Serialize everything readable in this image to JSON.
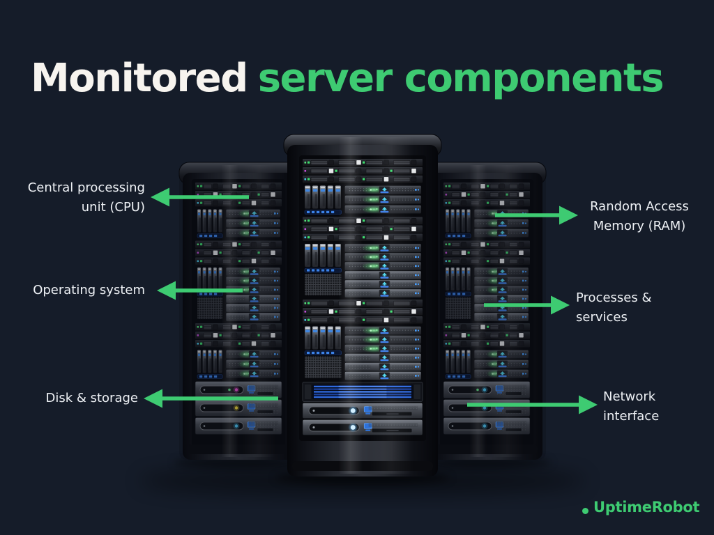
{
  "title": {
    "prefix": "Monitored",
    "highlight": "server components"
  },
  "labels": {
    "cpu": {
      "lines": [
        "Central processing",
        "unit (CPU)"
      ]
    },
    "os": {
      "lines": [
        "Operating system"
      ]
    },
    "disk": {
      "lines": [
        "Disk & storage"
      ]
    },
    "ram": {
      "lines": [
        "Random Access",
        "Memory (RAM)"
      ]
    },
    "processes": {
      "lines": [
        "Processes &",
        "services"
      ]
    },
    "network": {
      "lines": [
        "Network",
        "interface"
      ]
    }
  },
  "brand": {
    "name": "UptimeRobot"
  },
  "icons": {
    "brand_dot": "green-dot-icon",
    "arrows": [
      "arrow-cpu",
      "arrow-os",
      "arrow-disk",
      "arrow-ram",
      "arrow-processes",
      "arrow-network"
    ]
  },
  "illustration": {
    "racks": [
      "server-rack-left",
      "server-rack-center",
      "server-rack-right"
    ]
  },
  "colors": {
    "background": "#151c29",
    "accent_green": "#3ecb72",
    "title_white": "#f7f4ef",
    "label_text": "#eef1f5",
    "led_blue": "#3f86e0",
    "led_cyan": "#4fd8ee"
  }
}
